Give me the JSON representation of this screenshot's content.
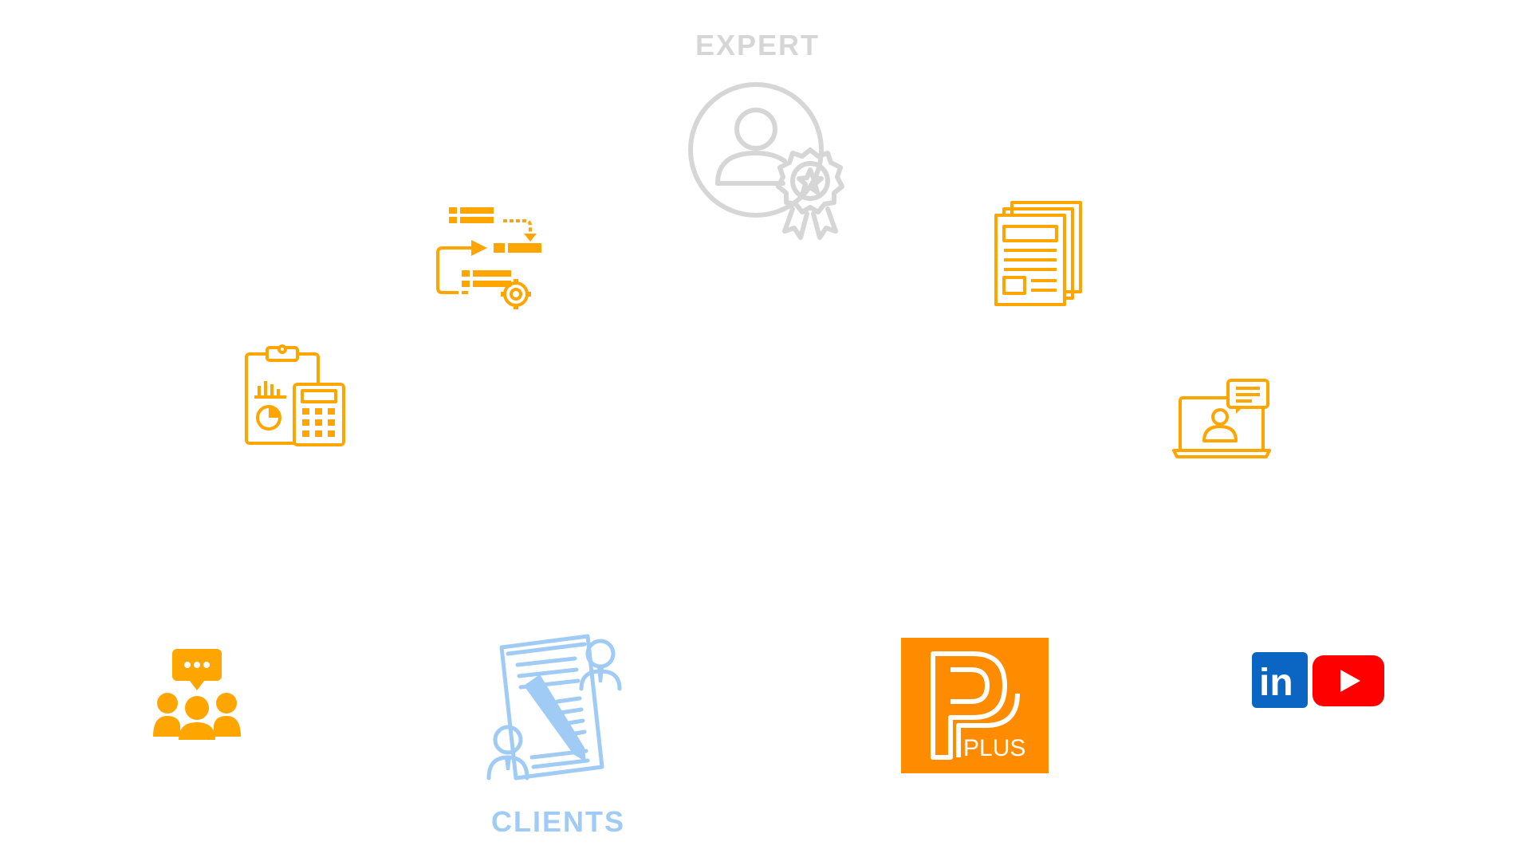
{
  "labels": {
    "expert": "EXPERT",
    "clients": "CLIENTS"
  },
  "logo": {
    "pplus_text": "PLUS"
  },
  "social": {
    "linkedin_text": "in"
  },
  "colors": {
    "accent_orange": "#FFA500",
    "pplus_orange": "#FF8C00",
    "expert_gray": "#D6D6D6",
    "clients_blue": "#9FCBF5",
    "linkedin_blue": "#0A66C2",
    "youtube_red": "#FF0000"
  },
  "icons": [
    "expert-badge-icon",
    "process-flow-icon",
    "newspaper-icon",
    "accounting-report-icon",
    "webinar-icon",
    "community-chat-icon",
    "contract-signing-icon",
    "pplus-logo-icon",
    "linkedin-icon",
    "youtube-icon"
  ]
}
